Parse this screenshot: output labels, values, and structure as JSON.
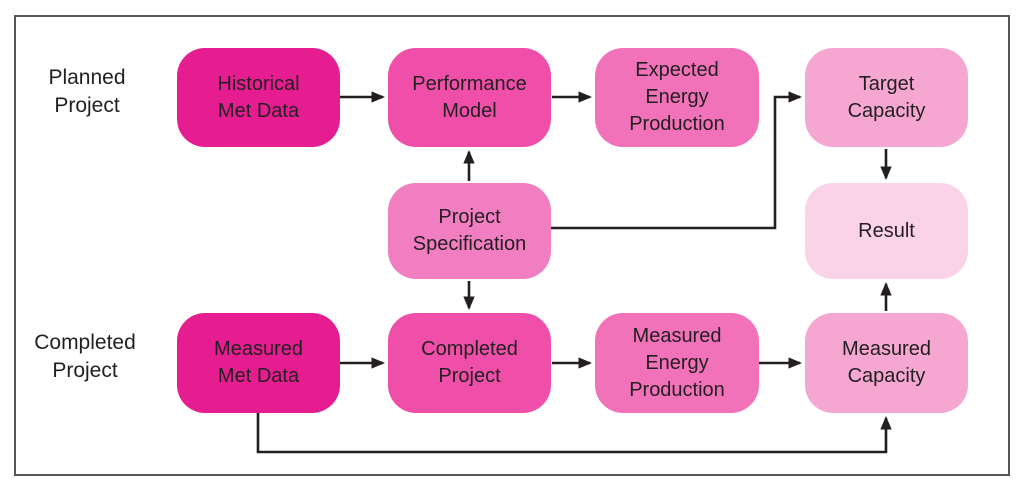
{
  "figure": {
    "background": "#ffffff",
    "border_color": "#58585A"
  },
  "rows": [
    {
      "label": "Planned\nProject"
    },
    {
      "label": "Completed\nProject"
    }
  ],
  "diagram": {
    "type": "flowchart",
    "text_color": "#231F20",
    "arrow_color": "#231F20",
    "nodes": [
      {
        "id": "historical-met-data",
        "label": "Historical\nMet Data",
        "fill": "#E51D90"
      },
      {
        "id": "performance-model",
        "label": "Performance\nModel",
        "fill": "#EF4FA9"
      },
      {
        "id": "expected-energy-production",
        "label": "Expected\nEnergy\nProduction",
        "fill": "#F272B9"
      },
      {
        "id": "target-capacity",
        "label": "Target\nCapacity",
        "fill": "#F5A7D2"
      },
      {
        "id": "project-specification",
        "label": "Project\nSpecification",
        "fill": "#F07EC1"
      },
      {
        "id": "result",
        "label": "Result",
        "fill": "#FAD3E9"
      },
      {
        "id": "measured-met-data",
        "label": "Measured\nMet Data",
        "fill": "#E51D90"
      },
      {
        "id": "completed-project",
        "label": "Completed\nProject",
        "fill": "#EF4FA9"
      },
      {
        "id": "measured-energy-production",
        "label": "Measured\nEnergy\nProduction",
        "fill": "#F272B9"
      },
      {
        "id": "measured-capacity",
        "label": "Measured\nCapacity",
        "fill": "#F5A7D2"
      }
    ],
    "edges": [
      {
        "from": "historical-met-data",
        "to": "performance-model"
      },
      {
        "from": "performance-model",
        "to": "expected-energy-production"
      },
      {
        "from": "project-specification",
        "to": "performance-model"
      },
      {
        "from": "project-specification",
        "to": "target-capacity"
      },
      {
        "from": "target-capacity",
        "to": "result"
      },
      {
        "from": "project-specification",
        "to": "completed-project"
      },
      {
        "from": "measured-met-data",
        "to": "completed-project"
      },
      {
        "from": "completed-project",
        "to": "measured-energy-production"
      },
      {
        "from": "measured-energy-production",
        "to": "measured-capacity"
      },
      {
        "from": "measured-capacity",
        "to": "result"
      },
      {
        "from": "measured-met-data",
        "to": "measured-capacity"
      }
    ]
  }
}
